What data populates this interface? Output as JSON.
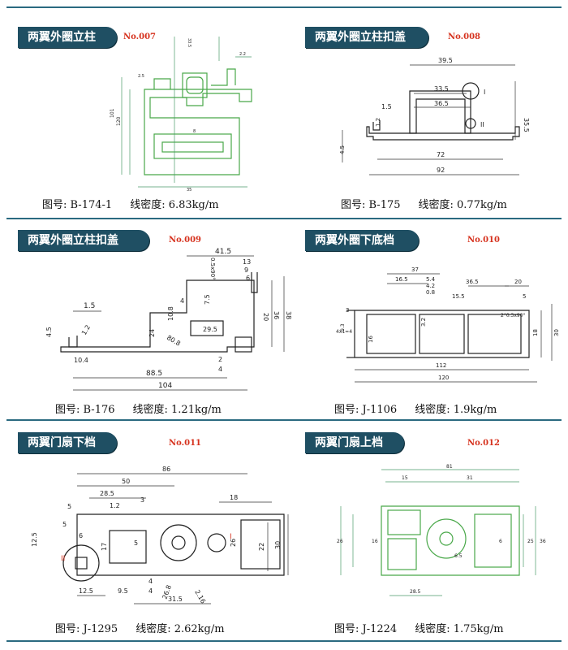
{
  "panels": [
    {
      "title": "两翼外圈立柱",
      "number": "No.007",
      "figure_label": "图号: B-174-1",
      "density_label": "线密度: 6.83kg/m",
      "dims": [
        "101",
        "120",
        "33.5",
        "35",
        "2.2",
        "2.5",
        "8"
      ]
    },
    {
      "title": "两翼外圈立柱扣盖",
      "number": "No.008",
      "figure_label": "图号: B-175",
      "density_label": "线密度: 0.77kg/m",
      "dims": [
        "39.5",
        "33.5",
        "36.5",
        "72",
        "92",
        "1.5",
        "1.2",
        "35.5",
        "4.5",
        "I",
        "II"
      ]
    },
    {
      "title": "两翼外圈立柱扣盖",
      "number": "No.009",
      "figure_label": "图号: B-176",
      "density_label": "线密度: 1.21kg/m",
      "dims": [
        "41.5",
        "13",
        "9",
        "6",
        "0.5x90°",
        "7.5",
        "20",
        "36",
        "38",
        "4",
        "10.8",
        "29.5",
        "24",
        "80.8",
        "1.5",
        "4.5",
        "1.2",
        "10.4",
        "88.5",
        "104",
        "2",
        "4"
      ]
    },
    {
      "title": "两翼外圈下底档",
      "number": "No.010",
      "figure_label": "图号: J-1106",
      "density_label": "线密度: 1.9kg/m",
      "dims": [
        "37",
        "16.5",
        "5.4",
        "4.2",
        "0.8",
        "36.5",
        "20",
        "15.5",
        "5",
        "3.2",
        "2°0.3x90°",
        "18",
        "30",
        "0.3",
        "4x1=4",
        "16",
        "112",
        "120",
        "3"
      ]
    },
    {
      "title": "两翼门扇下档",
      "number": "No.011",
      "figure_label": "图号: J-1295",
      "density_label": "线密度: 2.62kg/m",
      "dims": [
        "86",
        "50",
        "28.5",
        "3",
        "18",
        "1.2",
        "5",
        "5",
        "6",
        "12.5",
        "17",
        "5",
        "26",
        "22",
        "30",
        "4",
        "4",
        "26.8",
        "2.16",
        "12.5",
        "9.5",
        "31.5",
        "II",
        "I"
      ]
    },
    {
      "title": "两翼门扇上档",
      "number": "No.012",
      "figure_label": "图号: J-1224",
      "density_label": "线密度: 1.75kg/m",
      "dims": [
        "81",
        "15",
        "31",
        "16",
        "26",
        "25",
        "36",
        "28.5",
        "6",
        "6.5"
      ]
    }
  ]
}
